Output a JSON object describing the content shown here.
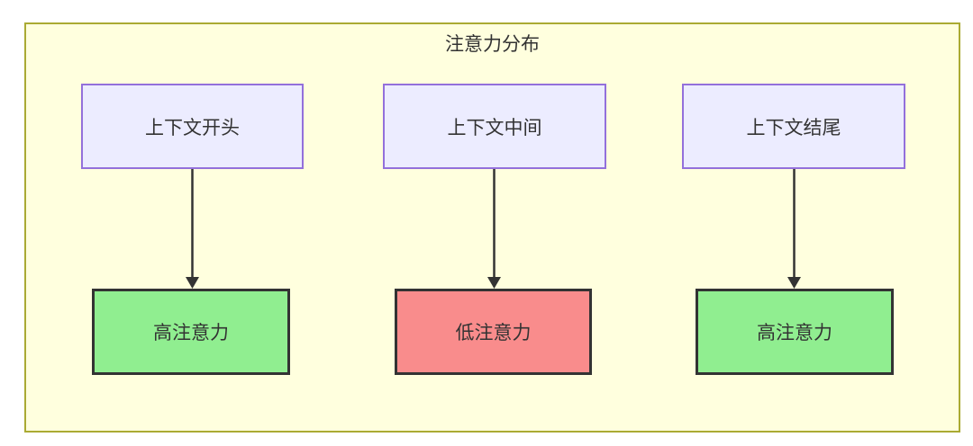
{
  "diagram": {
    "title": "注意力分布",
    "top_nodes": [
      {
        "id": "context-start",
        "label": "上下文开头"
      },
      {
        "id": "context-middle",
        "label": "上下文中间"
      },
      {
        "id": "context-end",
        "label": "上下文结尾"
      }
    ],
    "bottom_nodes": [
      {
        "id": "high-attention-left",
        "label": "高注意力",
        "state": "high"
      },
      {
        "id": "low-attention-middle",
        "label": "低注意力",
        "state": "low"
      },
      {
        "id": "high-attention-right",
        "label": "高注意力",
        "state": "high"
      }
    ],
    "edges": [
      {
        "from": "上下文开头",
        "to": "高注意力"
      },
      {
        "from": "上下文中间",
        "to": "低注意力"
      },
      {
        "from": "上下文结尾",
        "to": "高注意力"
      }
    ],
    "colors": {
      "container_fill": "#ffffde",
      "container_border": "#aaaa33",
      "top_node_fill": "#ececff",
      "top_node_border": "#9370db",
      "high_fill": "#90ee90",
      "low_fill": "#f98c8c",
      "bottom_node_border": "#333333",
      "arrow": "#333333",
      "text": "#333333"
    }
  }
}
